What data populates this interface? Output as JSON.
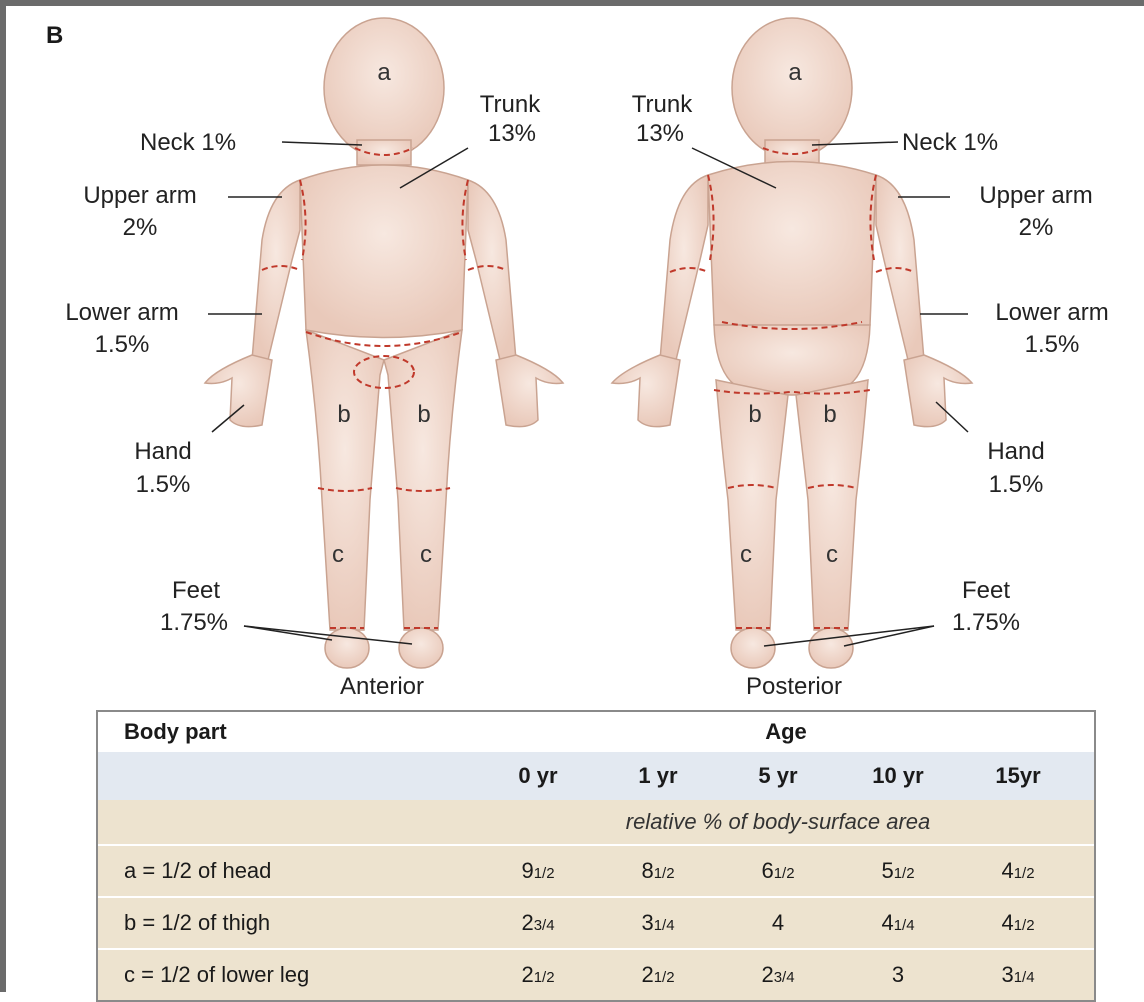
{
  "panel_letter": "B",
  "views": {
    "anterior": "Anterior",
    "posterior": "Posterior"
  },
  "region_letters": {
    "head": "a",
    "thigh": "b",
    "lower_leg": "c"
  },
  "anterior_labels": {
    "neck": "Neck 1%",
    "trunk": [
      "Trunk",
      "13%"
    ],
    "upper_arm": [
      "Upper arm",
      "2%"
    ],
    "lower_arm": [
      "Lower arm",
      "1.5%"
    ],
    "hand": [
      "Hand",
      "1.5%"
    ],
    "feet": [
      "Feet",
      "1.75%"
    ]
  },
  "posterior_labels": {
    "neck": "Neck 1%",
    "trunk": [
      "Trunk",
      "13%"
    ],
    "upper_arm": [
      "Upper arm",
      "2%"
    ],
    "lower_arm": [
      "Lower arm",
      "1.5%"
    ],
    "hand": [
      "Hand",
      "1.5%"
    ],
    "feet": [
      "Feet",
      "1.75%"
    ]
  },
  "colors": {
    "skin": "#f2ddd3",
    "skin_edge": "#d8b3a3",
    "dashed_line": "#c0392b",
    "table_header": "#e3e9f1",
    "table_body": "#ede3cf"
  },
  "table": {
    "header_part": "Body part",
    "header_age": "Age",
    "ages": [
      "0 yr",
      "1 yr",
      "5 yr",
      "10 yr",
      "15yr"
    ],
    "subheader": "relative % of body-surface area",
    "rows": [
      {
        "part": "a = 1/2 of head",
        "values": [
          [
            "9",
            "1/2"
          ],
          [
            "8",
            "1/2"
          ],
          [
            "6",
            "1/2"
          ],
          [
            "5",
            "1/2"
          ],
          [
            "4",
            "1/2"
          ]
        ]
      },
      {
        "part": "b = 1/2 of thigh",
        "values": [
          [
            "2",
            "3/4"
          ],
          [
            "3",
            "1/4"
          ],
          [
            "4",
            ""
          ],
          [
            "4",
            "1/4"
          ],
          [
            "4",
            "1/2"
          ]
        ]
      },
      {
        "part": "c = 1/2 of lower leg",
        "values": [
          [
            "2",
            "1/2"
          ],
          [
            "2",
            "1/2"
          ],
          [
            "2",
            "3/4"
          ],
          [
            "3",
            ""
          ],
          [
            "3",
            "1/4"
          ]
        ]
      }
    ]
  }
}
